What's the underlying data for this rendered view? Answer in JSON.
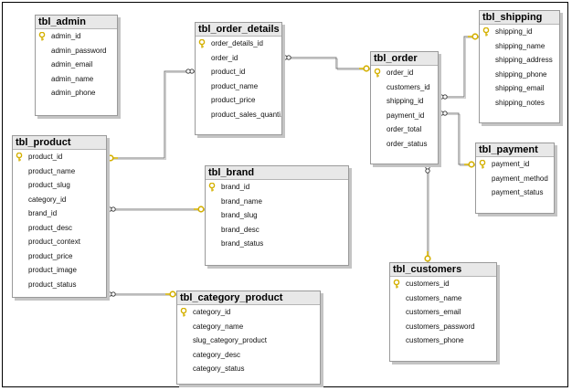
{
  "colors": {
    "key": "#d4b000",
    "connector": "#777777",
    "title_bg": "#e8e8e8"
  },
  "tables": [
    {
      "id": "admin",
      "title": "tbl_admin",
      "columns": [
        {
          "name": "admin_id",
          "pk": true
        },
        {
          "name": "admin_password"
        },
        {
          "name": "admin_email"
        },
        {
          "name": "admin_name"
        },
        {
          "name": "admin_phone"
        }
      ]
    },
    {
      "id": "order_details",
      "title": "tbl_order_details",
      "columns": [
        {
          "name": "order_details_id",
          "pk": true
        },
        {
          "name": "order_id"
        },
        {
          "name": "product_id"
        },
        {
          "name": "product_name"
        },
        {
          "name": "product_price"
        },
        {
          "name": "product_sales_quanti..."
        }
      ]
    },
    {
      "id": "order",
      "title": "tbl_order",
      "columns": [
        {
          "name": "order_id",
          "pk": true
        },
        {
          "name": "customers_id"
        },
        {
          "name": "shipping_id"
        },
        {
          "name": "payment_id"
        },
        {
          "name": "order_total"
        },
        {
          "name": "order_status"
        }
      ]
    },
    {
      "id": "shipping",
      "title": "tbl_shipping",
      "columns": [
        {
          "name": "shipping_id",
          "pk": true
        },
        {
          "name": "shipping_name"
        },
        {
          "name": "shipping_address"
        },
        {
          "name": "shipping_phone"
        },
        {
          "name": "shipping_email"
        },
        {
          "name": "shipping_notes"
        }
      ]
    },
    {
      "id": "product",
      "title": "tbl_product",
      "columns": [
        {
          "name": "product_id",
          "pk": true
        },
        {
          "name": "product_name"
        },
        {
          "name": "product_slug"
        },
        {
          "name": "category_id"
        },
        {
          "name": "brand_id"
        },
        {
          "name": "product_desc"
        },
        {
          "name": "product_context"
        },
        {
          "name": "product_price"
        },
        {
          "name": "product_image"
        },
        {
          "name": "product_status"
        }
      ]
    },
    {
      "id": "brand",
      "title": "tbl_brand",
      "columns": [
        {
          "name": "brand_id",
          "pk": true
        },
        {
          "name": "brand_name"
        },
        {
          "name": "brand_slug"
        },
        {
          "name": "brand_desc"
        },
        {
          "name": "brand_status"
        }
      ]
    },
    {
      "id": "payment",
      "title": "tbl_payment",
      "columns": [
        {
          "name": "payment_id",
          "pk": true
        },
        {
          "name": "payment_method"
        },
        {
          "name": "payment_status"
        }
      ]
    },
    {
      "id": "customers",
      "title": "tbl_customers",
      "columns": [
        {
          "name": "customers_id",
          "pk": true
        },
        {
          "name": "customers_name"
        },
        {
          "name": "customers_email"
        },
        {
          "name": "customers_password"
        },
        {
          "name": "customers_phone"
        }
      ]
    },
    {
      "id": "category_product",
      "title": "tbl_category_product",
      "columns": [
        {
          "name": "category_id",
          "pk": true
        },
        {
          "name": "category_name"
        },
        {
          "name": "slug_category_product"
        },
        {
          "name": "category_desc"
        },
        {
          "name": "category_status"
        }
      ]
    }
  ],
  "relationships": [
    {
      "from": "order_details.order_id",
      "to": "order.order_id"
    },
    {
      "from": "order_details.product_id",
      "to": "product.product_id"
    },
    {
      "from": "order.shipping_id",
      "to": "shipping.shipping_id"
    },
    {
      "from": "order.payment_id",
      "to": "payment.payment_id"
    },
    {
      "from": "order.customers_id",
      "to": "customers.customers_id"
    },
    {
      "from": "product.brand_id",
      "to": "brand.brand_id"
    },
    {
      "from": "product.category_id",
      "to": "category_product.category_id"
    }
  ]
}
